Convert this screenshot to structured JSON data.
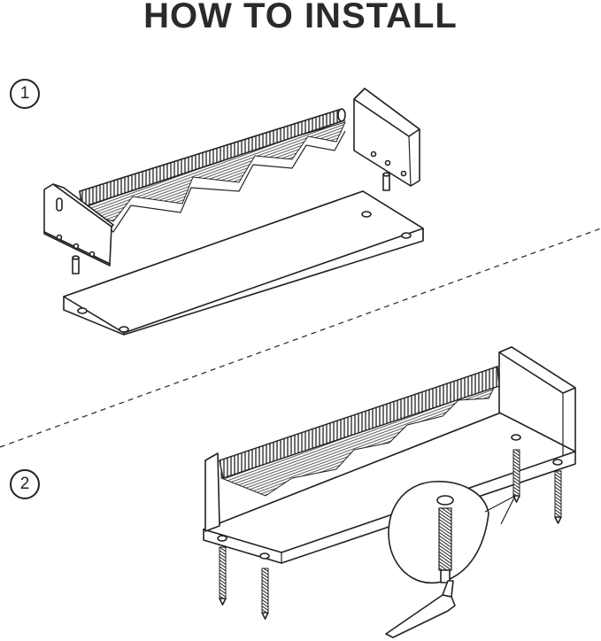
{
  "title": "HOW TO INSTALL",
  "steps": [
    {
      "number": "1"
    },
    {
      "number": "2"
    }
  ]
}
